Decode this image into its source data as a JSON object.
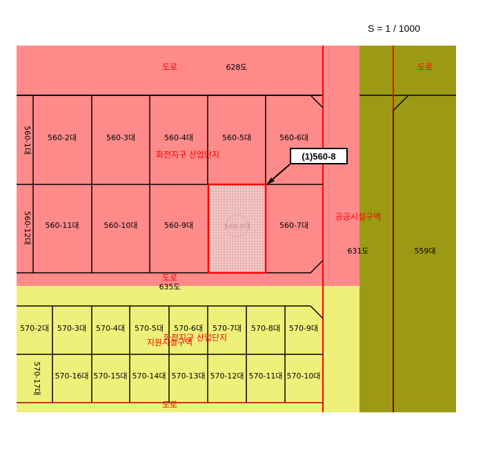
{
  "scale": "S = 1 / 1000",
  "callout": "(1)560-8",
  "labels": {
    "road_top": "도로",
    "road_top_num": "628도",
    "road_right": "도로",
    "road_mid": "도로",
    "road_mid_num": "635도",
    "road_bottom": "도로",
    "zone_upper": "화전지구 산업단지",
    "zone_lower": "화전지구 산업단지",
    "zone_lower2": "지원시설구역",
    "public_zone": "공공시설구역",
    "lot_631": "631도",
    "lot_559": "559대",
    "selected_lot": "560-8대"
  },
  "upper_row1": [
    "560-1대",
    "560-2대",
    "560-3대",
    "560-4대",
    "560-5대",
    "560-6대"
  ],
  "upper_row2": [
    "560-12대",
    "560-11대",
    "560-10대",
    "560-9대",
    "560-7대"
  ],
  "lower_row1": [
    "570-2대",
    "570-3대",
    "570-4대",
    "570-5대",
    "570-6대",
    "570-7대",
    "570-8대",
    "570-9대"
  ],
  "lower_row2": [
    "570-17대",
    "570-16대",
    "570-15대",
    "570-14대",
    "570-13대",
    "570-12대",
    "570-11대",
    "570-10대"
  ],
  "colors": {
    "pink": "#ff8a8a",
    "yellow": "#eef07a",
    "olive": "#9c9a14",
    "red_line": "#ff0000",
    "selected": "#e8b0b0"
  }
}
